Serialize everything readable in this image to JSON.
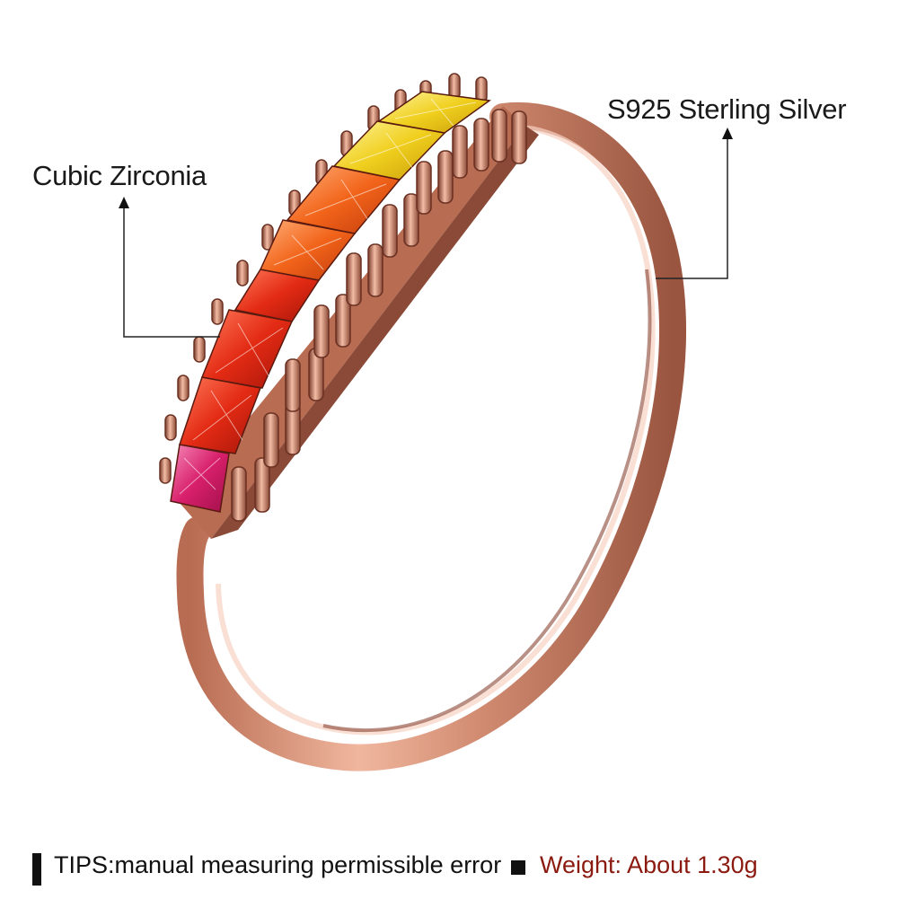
{
  "callouts": {
    "stone_label": "Cubic Zirconia",
    "metal_label": "S925 Sterling Silver"
  },
  "footer": {
    "tips": "TIPS:manual measuring permissible error",
    "weight": "Weight: About 1.30g"
  },
  "colors": {
    "rose_gold": "#e0a088",
    "rose_gold_dark": "#8a4a37",
    "weight_text": "#8b1a10",
    "stone_pink": "#e0307a",
    "stone_red": "#e83a1e",
    "stone_orange": "#f26a1c",
    "stone_yellow": "#f2d020"
  }
}
